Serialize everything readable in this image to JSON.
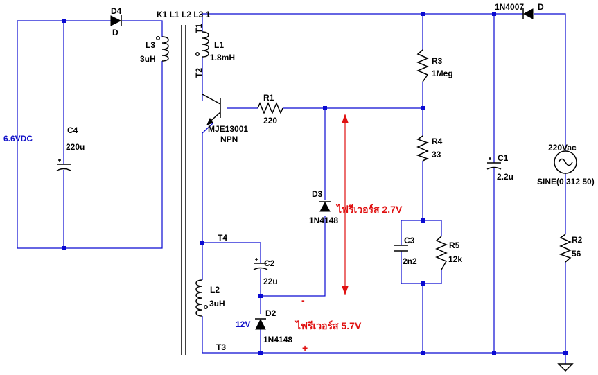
{
  "labels": {
    "d4_ref": "D4",
    "d4_val": "D",
    "coupling": "K1 L1 L2 L3 1",
    "d_top_ref": "1N4007",
    "d_top_val": "D",
    "t1": "T1",
    "t2": "T2",
    "t3": "T3",
    "t4": "T4",
    "l1_ref": "L1",
    "l1_val": "1.8mH",
    "l3_ref": "L3",
    "l3_val": "3uH",
    "l2_ref": "L2",
    "l2_val": "3uH",
    "r1_ref": "R1",
    "r1_val": "220",
    "r3_ref": "R3",
    "r3_val": "1Meg",
    "r4_ref": "R4",
    "r4_val": "33",
    "r5_ref": "R5",
    "r5_val": "12k",
    "r2_ref": "R2",
    "r2_val": "56",
    "c4_ref": "C4",
    "c4_val": "220u",
    "c1_ref": "C1",
    "c1_val": "2.2u",
    "c2_ref": "C2",
    "c2_val": "22u",
    "c3_ref": "C3",
    "c3_val": "2n2",
    "q_model": "MJE13001",
    "q_type": "NPN",
    "d3_ref": "D3",
    "d3_val": "1N4148",
    "d2_ref": "D2",
    "d2_val": "1N4148",
    "src_dc": "6.6VDC",
    "src_ac": "220Vac",
    "src_ac_val": "SINE(0 312 50)",
    "v12": "12V",
    "note_27": "ไฟรีเวอร์ส 2.7V",
    "note_57": "ไฟรีเวอร์ส 5.7V",
    "minus": "-",
    "plus": "+"
  },
  "colors": {
    "wire": "#0a0ad2",
    "component": "#000000",
    "annotation": "#e01010",
    "net_label": "#1010c8"
  }
}
